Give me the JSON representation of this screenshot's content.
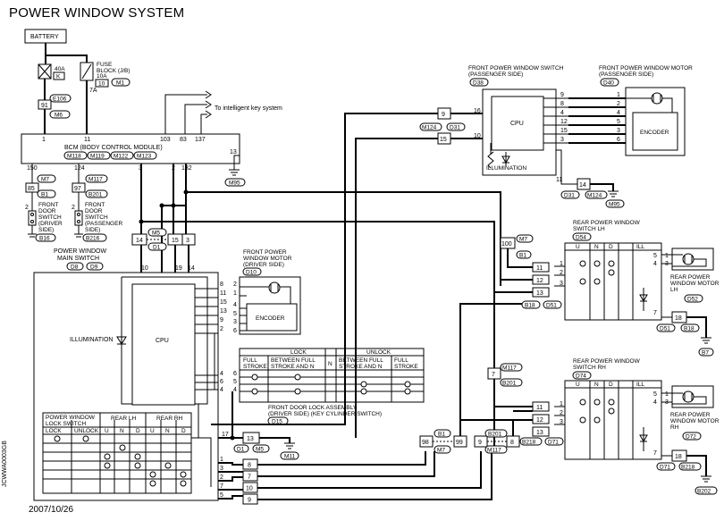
{
  "title": "POWER WINDOW SYSTEM",
  "date": "2007/10/26",
  "drawing_code": "JCWWA0003GB",
  "battery": "BATTERY",
  "fuse_40a": {
    "rating": "40A",
    "letter": "K",
    "conn": "E106"
  },
  "fuse_91": {
    "pin": "91",
    "conn": "M6"
  },
  "fuse_block": {
    "label1": "FUSE",
    "label2": "BLOCK (J/B)",
    "rating": "10A",
    "num": "10",
    "conn": "M1",
    "pin": "7A"
  },
  "bcm": {
    "label": "BCM (BODY CONTROL MODULE)",
    "conns": [
      "M118",
      "M119",
      "M122",
      "M123"
    ],
    "pins_top": [
      "1",
      "11",
      "103",
      "83",
      "137"
    ],
    "pin_13": "13",
    "pins_bottom": [
      "150",
      "124",
      "3",
      "2",
      "132"
    ]
  },
  "intelligent_key": "To intelligent key system",
  "m95": "M95",
  "driver_door_switch": {
    "conn_top": "M7",
    "pin": "85",
    "conn_b": "B1",
    "label": [
      "FRONT",
      "DOOR",
      "SWITCH",
      "(DRIVER",
      "SIDE)"
    ],
    "conn": "B16",
    "pin_sw": "2"
  },
  "passenger_door_switch": {
    "conn_top": "M117",
    "pin": "97",
    "conn_b": "B201",
    "label": [
      "FRONT",
      "DOOR",
      "SWITCH",
      "(PASSENGER",
      "SIDE)"
    ],
    "conn": "B216",
    "pin_sw": "2"
  },
  "j_m5": {
    "conn": "M5",
    "conn2": "D1",
    "pins": [
      "14",
      "15",
      "3"
    ]
  },
  "main_switch": {
    "label1": "POWER WINDOW",
    "label2": "MAIN SWITCH",
    "conns": [
      "D8",
      "D9"
    ],
    "pins_top": [
      "10",
      "19",
      "14"
    ],
    "cpu": "CPU",
    "illumination": "ILLUMINATION",
    "lock_pins": [
      "17",
      "1",
      "3",
      "2",
      "7",
      "5"
    ],
    "lock_header": [
      "POWER WINDOW",
      "LOCK SWITCH",
      "REAR LH",
      "REAR RH"
    ],
    "lock_cols": [
      "LOCK",
      "UNLOCK",
      "U",
      "N",
      "D",
      "U",
      "N",
      "D"
    ]
  },
  "front_motor_driver": {
    "label": [
      "FRONT POWER",
      "WINDOW MOTOR",
      "(DRIVER SIDE)"
    ],
    "conn": "D10",
    "encoder": "ENCODER",
    "pins": [
      "8",
      "11",
      "15",
      "13",
      "9",
      "2"
    ],
    "motor_pins": [
      "2",
      "1",
      "4",
      "5",
      "3",
      "6"
    ]
  },
  "door_lock": {
    "lock": "LOCK",
    "unlock": "UNLOCK",
    "full": "FULL",
    "stroke": "STROKE",
    "between": "BETWEEN FULL",
    "stroke_n": "STROKE AND N",
    "n": "N",
    "pins_left": [
      "4",
      "6",
      "4"
    ],
    "pins_right": [
      "6",
      "5",
      "4"
    ],
    "label": [
      "FRONT DOOR LOCK ASSEMBLY",
      "(DRIVER SIDE) (KEY CYLINDER SWITCH)"
    ],
    "conn": "D15"
  },
  "j_d1_13": {
    "pin": "13",
    "conns": [
      "D1",
      "M5"
    ],
    "ground": "M11"
  },
  "bottom_pins": [
    "8",
    "7",
    "10",
    "9"
  ],
  "j_98": {
    "pin": "98",
    "conn_top": "B1",
    "conn_bot": "M7",
    "pin2": "99"
  },
  "j_9": {
    "pin": "9",
    "conn_top": "B201",
    "conn_bot": "M117",
    "pin2": "8"
  },
  "front_switch_pass": {
    "label": [
      "FRONT POWER WINDOW SWITCH",
      "(PASSENGER SIDE)"
    ],
    "conn": "D38",
    "cpu": "CPU",
    "illumination": "ILLUMINATION",
    "pins_in": [
      "16",
      "10"
    ],
    "pins_out": [
      "9",
      "8",
      "4",
      "12",
      "15",
      "3"
    ],
    "pin_gnd": "11"
  },
  "front_motor_pass": {
    "label": [
      "FRONT POWER WINDOW MOTOR",
      "(PASSENGER SIDE)"
    ],
    "conn": "D40",
    "encoder": "ENCODER",
    "pins": [
      "1",
      "2",
      "4",
      "5",
      "3",
      "6"
    ]
  },
  "j_m124": {
    "conns": [
      "M124",
      "D31"
    ],
    "pins": [
      "9",
      "15"
    ]
  },
  "j_d31": {
    "pin": "14",
    "conns": [
      "D31",
      "M124"
    ],
    "ground": "M95"
  },
  "rear_lh": {
    "label": [
      "REAR POWER WINDOW",
      "SWITCH LH"
    ],
    "conn": "D54",
    "cols": [
      "U",
      "N",
      "D",
      "ILL"
    ],
    "pins_in": [
      "11",
      "12",
      "13"
    ],
    "pins_sw": [
      "1",
      "2",
      "3"
    ],
    "motor_label": [
      "REAR POWER",
      "WINDOW MOTOR",
      "LH"
    ],
    "motor_conn": "D52",
    "motor_pins": [
      "5",
      "4",
      "1",
      "3"
    ],
    "pin_7": "7",
    "j18": "18",
    "conns": [
      "D51",
      "B18"
    ],
    "ground": "B7",
    "upstream_pin": "100",
    "upstream_conns": [
      "M7",
      "B1"
    ],
    "bottom_conns": [
      "B18",
      "D51"
    ]
  },
  "rear_rh": {
    "label": [
      "REAR POWER WINDOW",
      "SWITCH RH"
    ],
    "conn": "D74",
    "cols": [
      "U",
      "N",
      "D",
      "ILL"
    ],
    "pins_in": [
      "11",
      "12",
      "13"
    ],
    "pins_sw": [
      "1",
      "2",
      "3"
    ],
    "motor_label": [
      "REAR POWER",
      "WINDOW MOTOR",
      "RH"
    ],
    "motor_conn": "D72",
    "motor_pins": [
      "5",
      "4",
      "1",
      "3"
    ],
    "pin_7": "7",
    "j18": "18",
    "conns": [
      "D71",
      "B218"
    ],
    "ground": "B202",
    "upstream_pin": "7",
    "upstream_conns": [
      "M117",
      "B201"
    ],
    "bottom_conns": [
      "B218",
      "D71"
    ]
  }
}
